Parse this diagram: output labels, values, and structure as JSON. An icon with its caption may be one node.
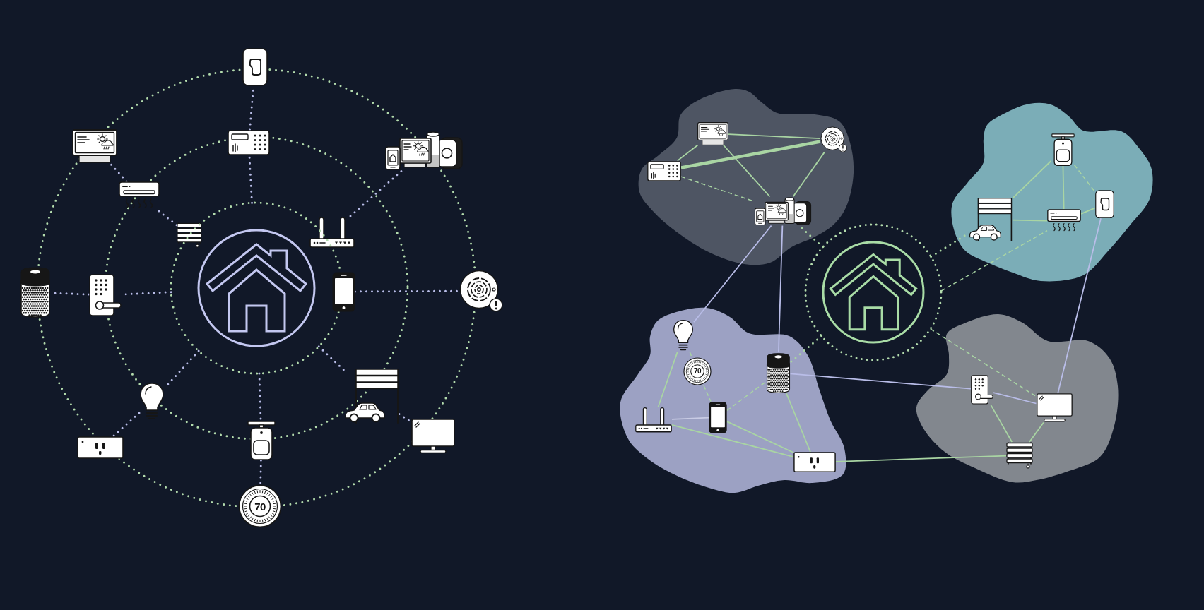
{
  "diagram": {
    "nodes": [
      {
        "text": [],
        "shape": "picture"
      },
      {
        "text": [],
        "shape": "picture"
      },
      {
        "text": [],
        "shape": "picture"
      },
      {
        "text": [],
        "shape": "picture"
      },
      {
        "text": [],
        "shape": "picture"
      },
      {
        "text": [],
        "shape": "picture"
      },
      {
        "text": [],
        "shape": "picture"
      },
      {
        "text": [],
        "shape": "picture"
      },
      {
        "text": [],
        "shape": "picture"
      },
      {
        "text": [],
        "shape": "circle"
      },
      {
        "text": [],
        "shape": "picture"
      },
      {
        "text": [],
        "shape": "picture"
      },
      {
        "text": [],
        "shape": "picture"
      },
      {
        "text": [],
        "shape": "picture"
      },
      {
        "text": [],
        "shape": "picture"
      },
      {
        "text": [],
        "shape": "picture"
      },
      {
        "text": [],
        "shape": "picture"
      },
      {
        "text": [
          "70"
        ]
      },
      {
        "text": [],
        "shape": "blob"
      },
      {
        "text": [],
        "shape": "picture",
        "in": 18
      },
      {
        "text": [],
        "shape": "picture",
        "in": 18
      },
      {
        "text": [],
        "shape": "picture",
        "in": 18
      },
      {
        "text": [],
        "shape": "picture",
        "in": 18
      },
      {
        "text": [],
        "shape": "blob"
      },
      {
        "text": [],
        "shape": "picture",
        "in": 23
      },
      {
        "text": [],
        "shape": "picture",
        "in": 23
      },
      {
        "text": [],
        "shape": "picture",
        "in": 23
      },
      {
        "text": [],
        "shape": "picture",
        "in": 23
      },
      {
        "text": [],
        "shape": "circle"
      },
      {
        "text": [],
        "shape": "blob"
      },
      {
        "text": [],
        "shape": "picture",
        "in": 29
      },
      {
        "text": [],
        "shape": "picture",
        "in": 29
      },
      {
        "text": [
          "70"
        ],
        "in": 29
      },
      {
        "text": [],
        "shape": "picture",
        "in": 29
      },
      {
        "text": [],
        "shape": "picture",
        "in": 29
      },
      {
        "text": [],
        "shape": "picture",
        "in": 29
      },
      {
        "text": [],
        "shape": "blob"
      },
      {
        "text": [],
        "shape": "picture",
        "in": 36
      },
      {
        "text": [],
        "shape": "picture",
        "in": 36
      },
      {
        "text": [],
        "shape": "picture",
        "in": 36
      }
    ],
    "edges": [
      {
        "from": 9,
        "to": 2,
        "arrow": "none",
        "style": "dashed",
        "color": "#b9bde8"
      },
      {
        "from": 2,
        "to": 0,
        "arrow": "none",
        "style": "dashed",
        "color": "#b9bde8"
      },
      {
        "from": 5,
        "to": 4,
        "arrow": "none",
        "style": "dashed",
        "color": "#b9bde8"
      },
      {
        "from": 4,
        "to": 1,
        "arrow": "none",
        "style": "dashed",
        "color": "#b9bde8"
      },
      {
        "from": 6,
        "to": 3,
        "arrow": "none",
        "style": "dashed",
        "color": "#b9bde8"
      },
      {
        "from": 9,
        "to": 8,
        "arrow": "none",
        "style": "dashed",
        "color": "#b9bde8"
      },
      {
        "from": 8,
        "to": 7,
        "arrow": "none",
        "style": "dashed",
        "color": "#b9bde8"
      },
      {
        "from": 10,
        "to": 11,
        "arrow": "none",
        "style": "dashed",
        "color": "#b9bde8"
      },
      {
        "from": 9,
        "to": 12,
        "arrow": "none",
        "style": "dashed",
        "color": "#b9bde8"
      },
      {
        "from": 12,
        "to": 14,
        "arrow": "none",
        "style": "dashed",
        "color": "#b9bde8"
      },
      {
        "from": 9,
        "to": 15,
        "arrow": "none",
        "style": "dashed",
        "color": "#b9bde8"
      },
      {
        "from": 15,
        "to": 17,
        "arrow": "none",
        "style": "dashed",
        "color": "#b9bde8"
      },
      {
        "from": 9,
        "to": 13,
        "arrow": "none",
        "style": "dashed",
        "color": "#b9bde8"
      },
      {
        "from": 13,
        "to": 16,
        "arrow": "none",
        "style": "dashed",
        "color": "#b9bde8"
      },
      {
        "from": 28,
        "to": 22,
        "arrow": "none",
        "style": "dashed"
      },
      {
        "from": 28,
        "to": 26,
        "arrow": "none",
        "style": "dashed"
      },
      {
        "from": 28,
        "to": 27,
        "arrow": "none",
        "style": "dashed"
      },
      {
        "from": 28,
        "to": 31,
        "arrow": "none",
        "style": "dashed"
      },
      {
        "from": 28,
        "to": 38,
        "arrow": "none",
        "style": "dashed"
      },
      {
        "from": 19,
        "to": 20,
        "arrow": "none"
      },
      {
        "from": 21,
        "to": 20,
        "arrow": "none",
        "style": "thick"
      },
      {
        "from": 21,
        "to": 19,
        "arrow": "none"
      },
      {
        "from": 19,
        "to": 22,
        "arrow": "none"
      },
      {
        "from": 20,
        "to": 22,
        "arrow": "none"
      },
      {
        "from": 21,
        "to": 22,
        "arrow": "none",
        "style": "dashed"
      },
      {
        "from": 22,
        "to": 30,
        "arrow": "none",
        "color": "#b9bde8"
      },
      {
        "from": 22,
        "to": 31,
        "arrow": "none",
        "color": "#b9bde8"
      },
      {
        "from": 24,
        "to": 26,
        "arrow": "none"
      },
      {
        "from": 24,
        "to": 27,
        "arrow": "none"
      },
      {
        "from": 24,
        "to": 25,
        "arrow": "none",
        "style": "dashed"
      },
      {
        "from": 26,
        "to": 27,
        "arrow": "none"
      },
      {
        "from": 27,
        "to": 25,
        "arrow": "none"
      },
      {
        "from": 25,
        "to": 38,
        "arrow": "none",
        "color": "#b9bde8"
      },
      {
        "from": 30,
        "to": 33,
        "arrow": "none"
      },
      {
        "from": 30,
        "to": 32,
        "arrow": "none",
        "style": "dashed"
      },
      {
        "from": 32,
        "to": 34,
        "arrow": "none",
        "style": "dashed"
      },
      {
        "from": 33,
        "to": 34,
        "arrow": "none",
        "color": "#c8cbe4"
      },
      {
        "from": 33,
        "to": 35,
        "arrow": "none"
      },
      {
        "from": 34,
        "to": 35,
        "arrow": "none"
      },
      {
        "from": 34,
        "to": 31,
        "arrow": "none",
        "style": "dashed"
      },
      {
        "from": 31,
        "to": 35,
        "arrow": "none"
      },
      {
        "from": 31,
        "to": 37,
        "arrow": "none",
        "color": "#b9bde8"
      },
      {
        "from": 35,
        "to": 39,
        "arrow": "none"
      },
      {
        "from": 37,
        "to": 38,
        "arrow": "none",
        "color": "#b9bde8"
      },
      {
        "from": 37,
        "to": 39,
        "arrow": "none"
      },
      {
        "from": 38,
        "to": 39,
        "arrow": "none"
      }
    ]
  }
}
